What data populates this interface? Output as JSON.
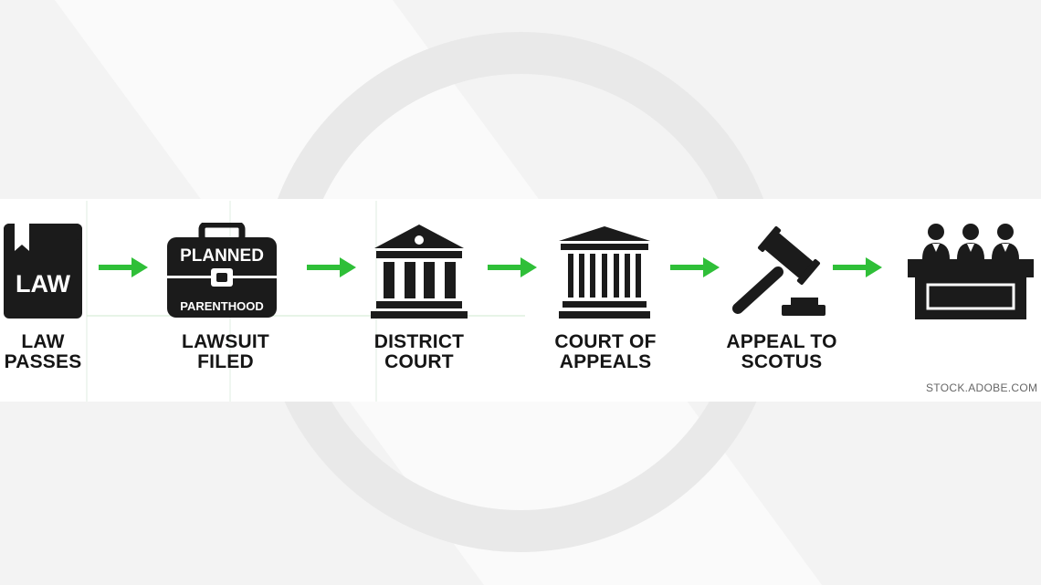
{
  "colors": {
    "background": "#f3f3f3",
    "band": "#ffffff",
    "icon": "#1b1b1b",
    "arrow": "#2fbf38",
    "watermark_ring": "#e6e6e6"
  },
  "steps": [
    {
      "icon": "law-book-icon",
      "icon_text": "LAW",
      "label_lines": [
        "LAW",
        "PASSES"
      ]
    },
    {
      "icon": "briefcase-icon",
      "icon_text_top": "PLANNED",
      "icon_text_bottom": "PARENTHOOD",
      "label_lines": [
        "LAWSUIT",
        "FILED"
      ]
    },
    {
      "icon": "courthouse-icon",
      "label_lines": [
        "DISTRICT",
        "COURT"
      ]
    },
    {
      "icon": "appeals-court-icon",
      "label_lines": [
        "COURT OF",
        "APPEALS"
      ]
    },
    {
      "icon": "gavel-icon",
      "label_lines": [
        "APPEAL TO",
        "SCOTUS"
      ]
    },
    {
      "icon": "justices-bench-icon",
      "label_lines": []
    }
  ],
  "arrows": [
    "arrow-right-icon",
    "arrow-right-icon",
    "arrow-right-icon",
    "arrow-right-icon",
    "arrow-right-icon"
  ],
  "credit": "STOCK.ADOBE.COM"
}
